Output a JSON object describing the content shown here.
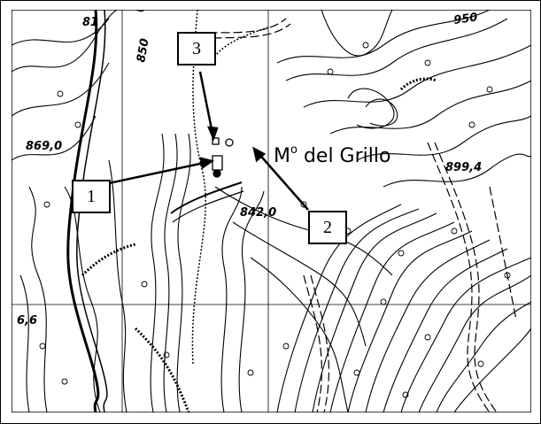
{
  "map": {
    "place_name": "M",
    "place_name_sup": "o",
    "place_name_rest": " del Grillo",
    "elevations": {
      "e869": "869,0",
      "e899": "899,4",
      "e842": "842,0",
      "e66": "6,6",
      "c850": "850",
      "c81": "81",
      "c950": "950"
    }
  },
  "callouts": [
    {
      "label": "1"
    },
    {
      "label": "2"
    },
    {
      "label": "3"
    }
  ],
  "colors": {
    "ink": "#000000",
    "paper": "#ffffff"
  }
}
